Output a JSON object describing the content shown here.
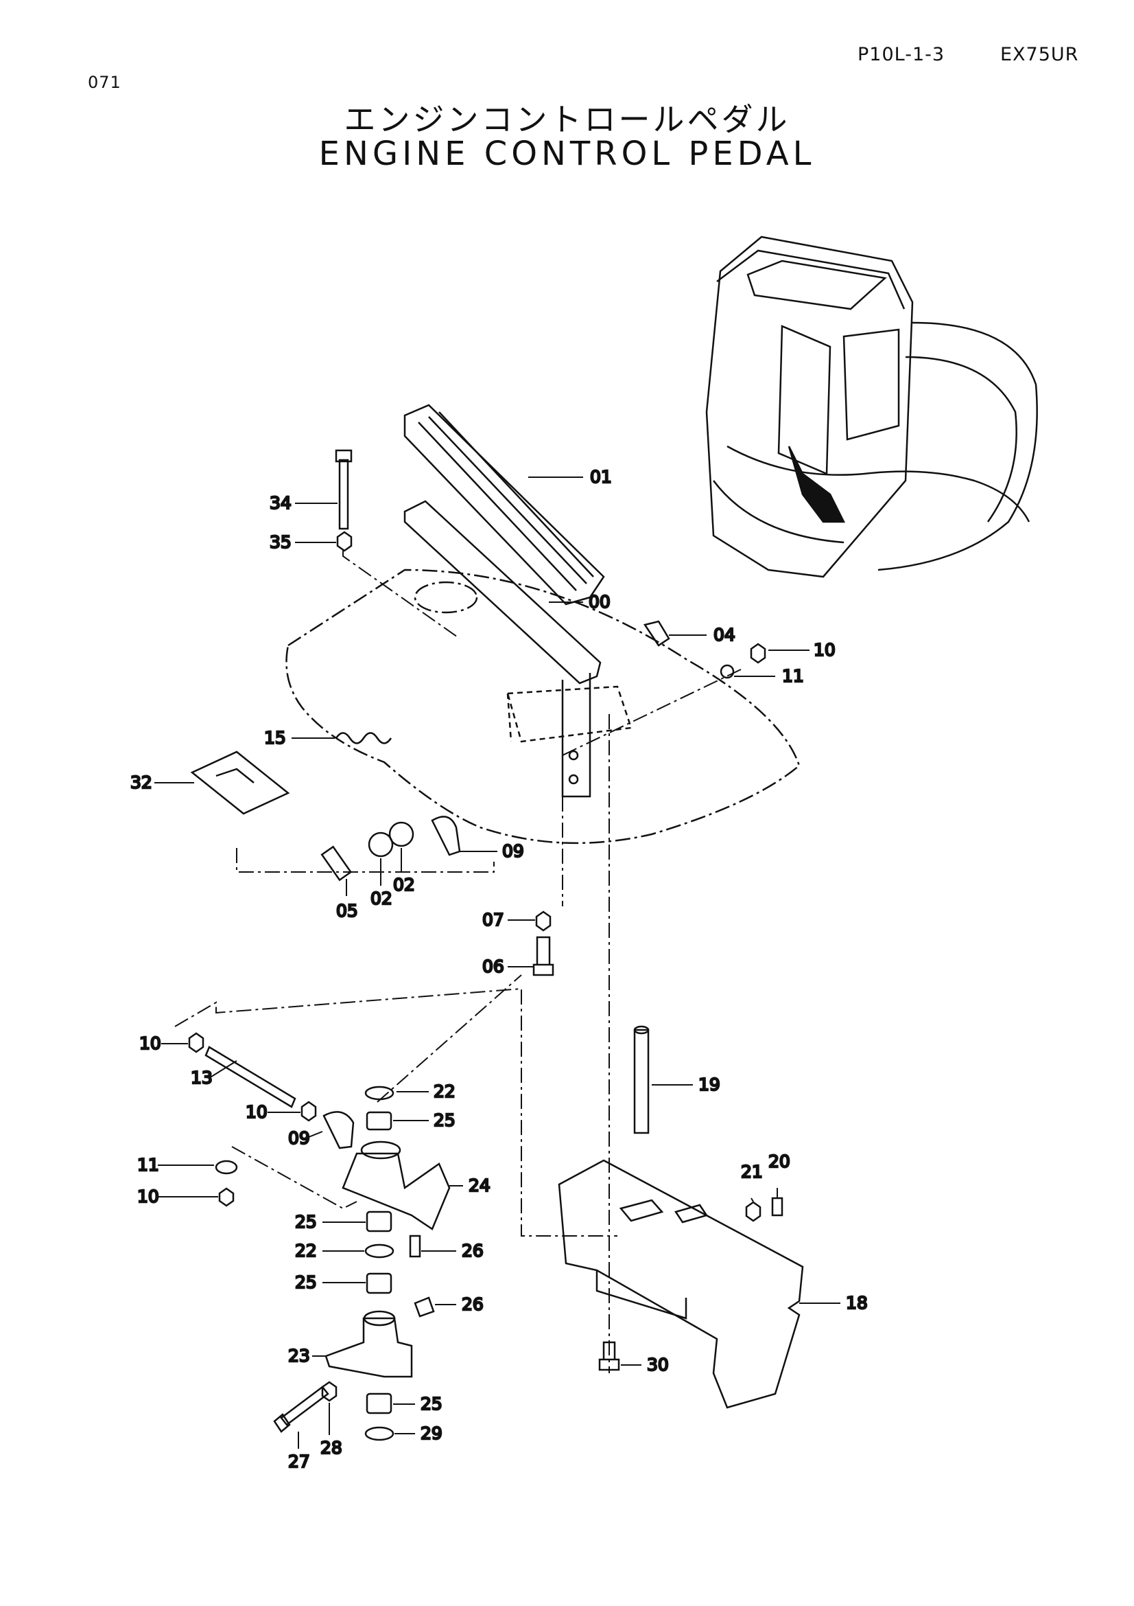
{
  "header": {
    "page_number": "071",
    "sheet_code": "P10L-1-3",
    "model": "EX75UR",
    "title_jp": "エンジンコントロールペダル",
    "title_en": "ENGINE CONTROL PEDAL"
  },
  "callouts": [
    {
      "id": "c01",
      "text": "01"
    },
    {
      "id": "c34",
      "text": "34"
    },
    {
      "id": "c35",
      "text": "35"
    },
    {
      "id": "c00",
      "text": "00"
    },
    {
      "id": "c04",
      "text": "04"
    },
    {
      "id": "c10a",
      "text": "10"
    },
    {
      "id": "c11a",
      "text": "11"
    },
    {
      "id": "c15",
      "text": "15"
    },
    {
      "id": "c32",
      "text": "32"
    },
    {
      "id": "c09a",
      "text": "09"
    },
    {
      "id": "c02a",
      "text": "02"
    },
    {
      "id": "c02b",
      "text": "02"
    },
    {
      "id": "c05",
      "text": "05"
    },
    {
      "id": "c07",
      "text": "07"
    },
    {
      "id": "c06",
      "text": "06"
    },
    {
      "id": "c10b",
      "text": "10"
    },
    {
      "id": "c13",
      "text": "13"
    },
    {
      "id": "c22a",
      "text": "22"
    },
    {
      "id": "c19",
      "text": "19"
    },
    {
      "id": "c10c",
      "text": "10"
    },
    {
      "id": "c25a",
      "text": "25"
    },
    {
      "id": "c09b",
      "text": "09"
    },
    {
      "id": "c11b",
      "text": "11"
    },
    {
      "id": "c24",
      "text": "24"
    },
    {
      "id": "c21",
      "text": "21"
    },
    {
      "id": "c20",
      "text": "20"
    },
    {
      "id": "c10d",
      "text": "10"
    },
    {
      "id": "c25b",
      "text": "25"
    },
    {
      "id": "c22b",
      "text": "22"
    },
    {
      "id": "c26a",
      "text": "26"
    },
    {
      "id": "c25c",
      "text": "25"
    },
    {
      "id": "c26b",
      "text": "26"
    },
    {
      "id": "c18",
      "text": "18"
    },
    {
      "id": "c23",
      "text": "23"
    },
    {
      "id": "c30",
      "text": "30"
    },
    {
      "id": "c25d",
      "text": "25"
    },
    {
      "id": "c29",
      "text": "29"
    },
    {
      "id": "c28",
      "text": "28"
    },
    {
      "id": "c27",
      "text": "27"
    }
  ]
}
